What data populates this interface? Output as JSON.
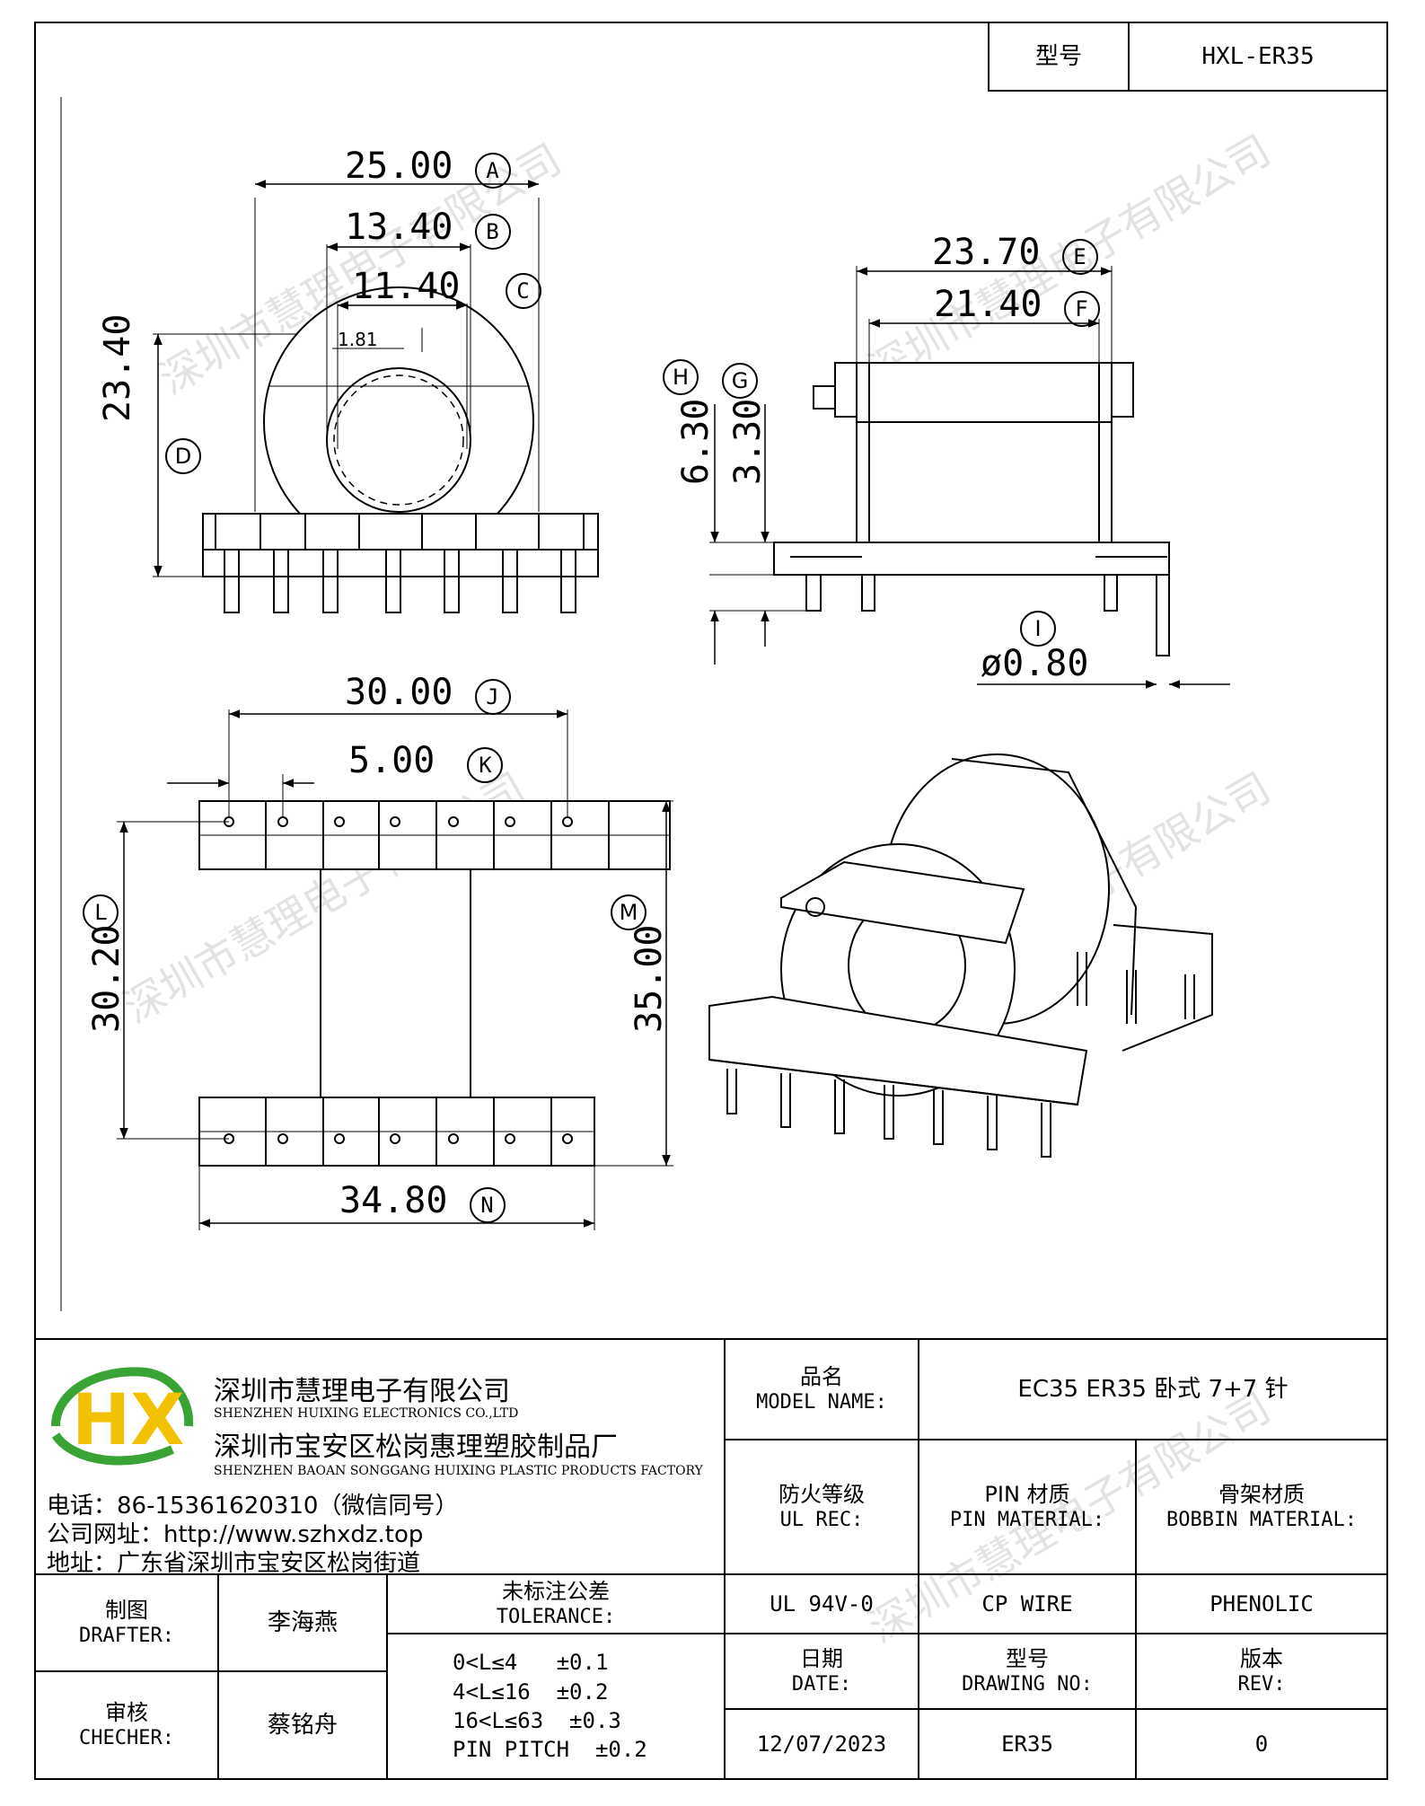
{
  "header": {
    "model_label": "型号",
    "model_value": "HXL-ER35"
  },
  "watermark": "深圳市慧理电子有限公司",
  "dimensions": {
    "A": {
      "letter": "A",
      "value": "25.00"
    },
    "B": {
      "letter": "B",
      "value": "13.40"
    },
    "C": {
      "letter": "C",
      "value": "11.40"
    },
    "C_small": "1.81",
    "D": {
      "letter": "D",
      "value": "23.40"
    },
    "E": {
      "letter": "E",
      "value": "23.70"
    },
    "F": {
      "letter": "F",
      "value": "21.40"
    },
    "G": {
      "letter": "G",
      "value": "3.30"
    },
    "H": {
      "letter": "H",
      "value": "6.30"
    },
    "I": {
      "letter": "I",
      "value": "ø0.80"
    },
    "J": {
      "letter": "J",
      "value": "30.00"
    },
    "K": {
      "letter": "K",
      "value": "5.00"
    },
    "L": {
      "letter": "L",
      "value": "30.20"
    },
    "M": {
      "letter": "M",
      "value": "35.00"
    },
    "N": {
      "letter": "N",
      "value": "34.80"
    }
  },
  "company": {
    "logo_text": "HX",
    "name_cn": "深圳市慧理电子有限公司",
    "name_en": "SHENZHEN HUIXING ELECTRONICS CO.,LTD",
    "factory_cn": "深圳市宝安区松岗惠理塑胶制品厂",
    "factory_en": "SHENZHEN BAOAN SONGGANG HUIXING PLASTIC PRODUCTS FACTORY",
    "phone": "电话：86-15361620310（微信同号）",
    "website": "公司网址：http://www.szhxdz.top",
    "address": "地址：广东省深圳市宝安区松岗街道"
  },
  "title_block": {
    "model_name_cn": "品名",
    "model_name_en": "MODEL NAME:",
    "model_name_value": "EC35 ER35 卧式 7+7 针",
    "ul_cn": "防火等级",
    "ul_en": "UL REC:",
    "ul_value": "UL 94V-0",
    "pin_cn": "PIN 材质",
    "pin_en": "PIN MATERIAL:",
    "pin_value": "CP WIRE",
    "bobbin_cn": "骨架材质",
    "bobbin_en": "BOBBIN MATERIAL:",
    "bobbin_value": "PHENOLIC",
    "drafter_cn": "制图",
    "drafter_en": "DRAFTER:",
    "drafter_name": "李海燕",
    "checker_cn": "审核",
    "checker_en": "CHECHER:",
    "checker_name": "蔡铭舟",
    "tolerance_cn": "未标注公差",
    "tolerance_en": "TOLERANCE:",
    "tolerances": [
      "0<L≤4   ±0.1",
      "4<L≤16  ±0.2",
      "16<L≤63  ±0.3",
      "PIN PITCH  ±0.2"
    ],
    "date_cn": "日期",
    "date_en": "DATE:",
    "date_value": "12/07/2023",
    "drawing_cn": "型号",
    "drawing_en": "DRAWING NO:",
    "drawing_value": "ER35",
    "rev_cn": "版本",
    "rev_en": "REV:",
    "rev_value": "0"
  },
  "colors": {
    "line": "#000000",
    "watermark": "#cfcfcf",
    "logo_green": "#3aa335",
    "logo_yellow": "#f2c200"
  }
}
